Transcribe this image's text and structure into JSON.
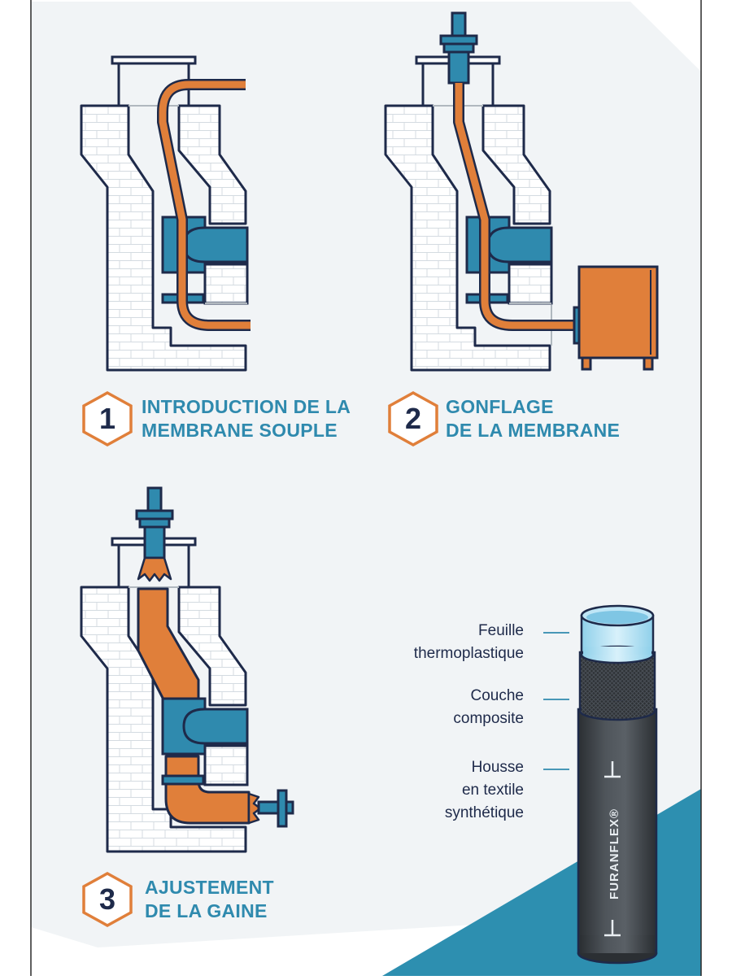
{
  "steps": [
    {
      "number": "1",
      "line1": "INTRODUCTION DE LA",
      "line2": "MEMBRANE SOUPLE"
    },
    {
      "number": "2",
      "line1": "GONFLAGE",
      "line2": "DE LA MEMBRANE"
    },
    {
      "number": "3",
      "line1": "AJUSTEMENT",
      "line2": "DE LA GAINE"
    }
  ],
  "legend": {
    "layer1": {
      "line1": "Feuille",
      "line2": "thermoplastique"
    },
    "layer2": {
      "line1": "Couche",
      "line2": "composite"
    },
    "layer3": {
      "line1": "Housse",
      "line2": "en textile",
      "line3": "synthétique"
    }
  },
  "brand": "FURANFLEX®",
  "colors": {
    "navy": "#1e2a4a",
    "orange": "#e07f3a",
    "blue": "#2f8aae",
    "teal_band": "#2d8fb0",
    "background_panel": "#f1f4f6",
    "brick": "#ffffff"
  }
}
